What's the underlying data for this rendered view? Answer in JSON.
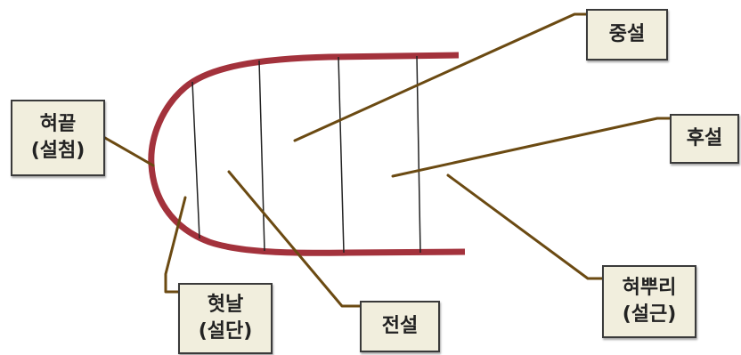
{
  "colors": {
    "tongue_outline": "#a3323c",
    "leader_line": "#6b4a12",
    "divider_line": "#222222",
    "label_background": "#f1eedd"
  },
  "labels": {
    "tongue_tip": {
      "line1": "혀끝",
      "line2": "(설첨)"
    },
    "middle": {
      "line1": "중설"
    },
    "back": {
      "line1": "후설"
    },
    "blade": {
      "line1": "혓날",
      "line2": "(설단)"
    },
    "front": {
      "line1": "전설"
    },
    "root": {
      "line1": "혀뿌리",
      "line2": "(설근)"
    }
  }
}
